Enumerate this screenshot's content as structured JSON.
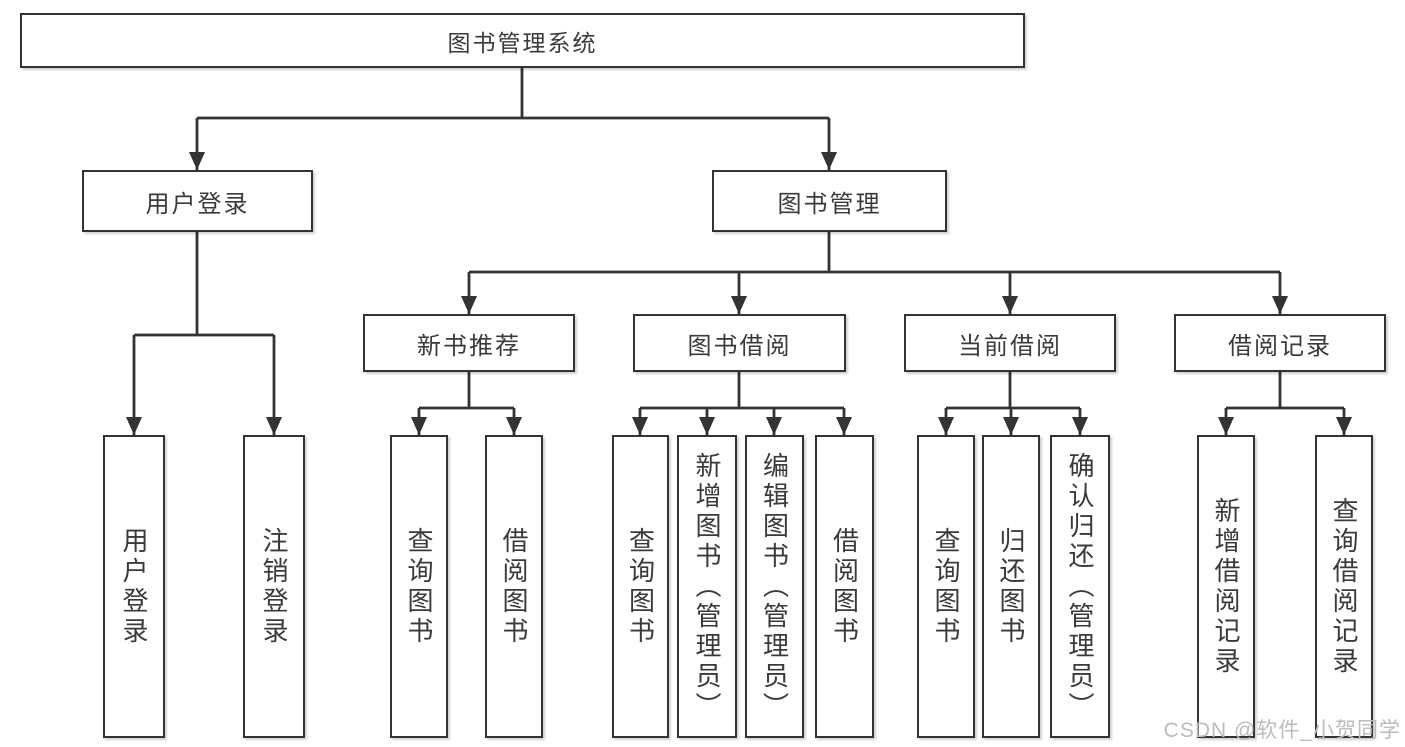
{
  "root": {
    "label": "图书管理系统"
  },
  "level2": [
    {
      "label": "用户登录"
    },
    {
      "label": "图书管理"
    }
  ],
  "level3": [
    {
      "label": "新书推荐",
      "parent": "图书管理"
    },
    {
      "label": "图书借阅",
      "parent": "图书管理"
    },
    {
      "label": "当前借阅",
      "parent": "图书管理"
    },
    {
      "label": "借阅记录",
      "parent": "图书管理"
    }
  ],
  "leaves": [
    {
      "label": "用户登录",
      "parent": "用户登录"
    },
    {
      "label": "注销登录",
      "parent": "用户登录"
    },
    {
      "label": "查询图书",
      "parent": "新书推荐"
    },
    {
      "label": "借阅图书",
      "parent": "新书推荐"
    },
    {
      "label": "查询图书",
      "parent": "图书借阅"
    },
    {
      "label": "新增图书（管理员）",
      "parent": "图书借阅"
    },
    {
      "label": "编辑图书（管理员）",
      "parent": "图书借阅"
    },
    {
      "label": "借阅图书",
      "parent": "图书借阅"
    },
    {
      "label": "查询图书",
      "parent": "当前借阅"
    },
    {
      "label": "归还图书",
      "parent": "当前借阅"
    },
    {
      "label": "确认归还（管理员）",
      "parent": "当前借阅"
    },
    {
      "label": "新增借阅记录",
      "parent": "借阅记录"
    },
    {
      "label": "查询借阅记录",
      "parent": "借阅记录"
    }
  ],
  "watermark": {
    "text": "CSDN @软件_小贺同学"
  },
  "colors": {
    "line": "#333333",
    "text": "#3a3a3a",
    "box_background": "#ffffff",
    "watermark": "#bcbcbc"
  }
}
